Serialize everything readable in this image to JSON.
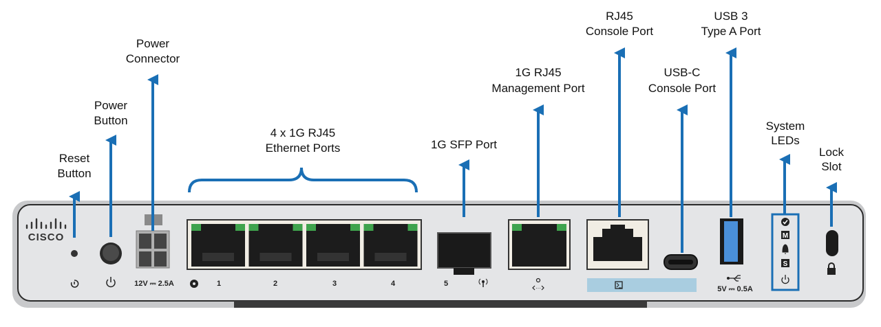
{
  "colors": {
    "callout": "#1a6fb5",
    "chassis": "#d9dadc",
    "face": "#e6e7e8",
    "console_band": "#a9cde0",
    "usb_blue": "#4a8fd8",
    "led_green": "#3fa34d"
  },
  "logo": "CISCO",
  "callouts": {
    "reset": [
      "Reset",
      "Button"
    ],
    "power_button": [
      "Power",
      "Button"
    ],
    "power_connector": [
      "Power",
      "Connector"
    ],
    "ethernet": [
      "4 x 1G RJ45",
      "Ethernet Ports"
    ],
    "sfp": [
      "1G SFP Port"
    ],
    "mgmt": [
      "1G RJ45",
      "Management Port"
    ],
    "rj45_console": [
      "RJ45",
      "Console Port"
    ],
    "usbc_console": [
      "USB-C",
      "Console Port"
    ],
    "usb3": [
      "USB 3",
      "Type A Port"
    ],
    "leds": [
      "System",
      "LEDs"
    ],
    "lock": [
      "Lock",
      "Slot"
    ]
  },
  "port_labels": {
    "power_rating": "12V ⎓ 2.5A",
    "eth": [
      "1",
      "2",
      "3",
      "4"
    ],
    "sfp": "5",
    "usb_rating": "5V ⎓ 0.5A"
  },
  "icons": [
    "reset-icon",
    "power-icon",
    "network-cluster-icon",
    "antenna-icon",
    "management-icon",
    "console-terminal-icon",
    "usb-icon",
    "led-check-icon",
    "led-m-icon",
    "led-bell-icon",
    "led-s-icon",
    "led-power-icon",
    "lock-icon"
  ],
  "led_letters": {
    "m": "M",
    "s": "S"
  }
}
